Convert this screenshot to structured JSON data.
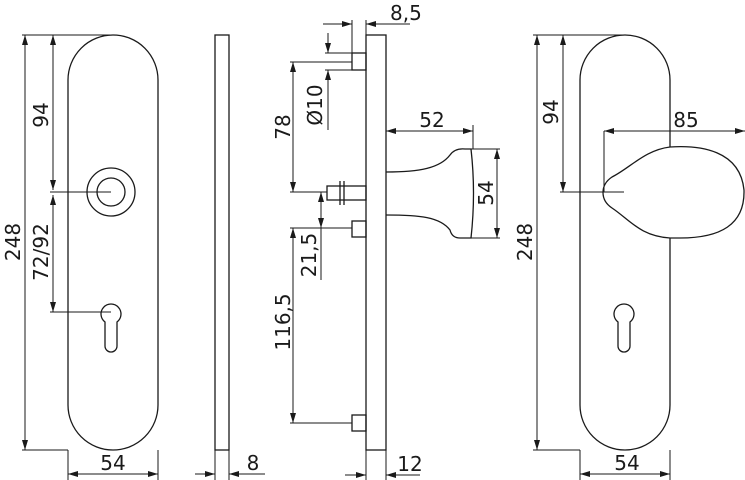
{
  "front_view": {
    "height": "248",
    "spindle_to_top": "94",
    "center_distance": "72/92",
    "width": "54"
  },
  "side_plate": {
    "thickness": "8"
  },
  "section_view": {
    "pin_offset": "8,5",
    "spindle_pitch": "78",
    "pin_diameter": "Ø10",
    "lower_pin_offset": "21,5",
    "lower_pin_pitch": "116,5",
    "knob_projection": "52",
    "knob_diameter": "54",
    "plate_thickness": "12"
  },
  "knob_view": {
    "height": "248",
    "spindle_to_top": "94",
    "knob_length": "85",
    "width": "54"
  },
  "colors": {
    "line": "#1a1a1a",
    "background": "#ffffff"
  }
}
